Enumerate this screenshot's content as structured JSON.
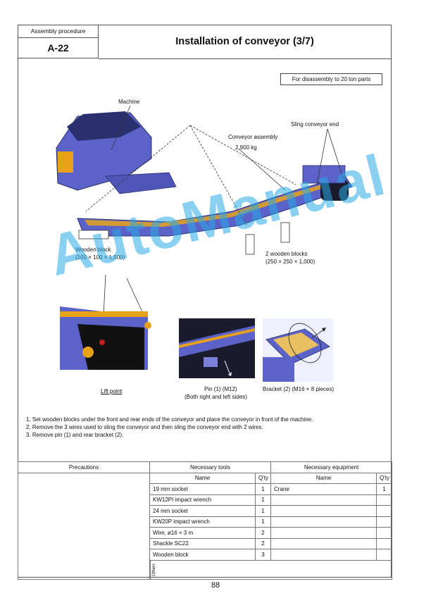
{
  "header": {
    "procedure_label": "Assembly procedure",
    "procedure_number": "A-22",
    "title": "Installation of conveyor (3/7)"
  },
  "note_box": "For disassembly to 20 ton parts",
  "main_figure": {
    "labels": {
      "machine": "Machine",
      "sling_end": "Sling conveyor end",
      "conveyor_assembly": "Conveyor assembly",
      "weight": "2,900 kg",
      "wooden_block": "Wooden block",
      "wooden_block_size": "(100 × 100 × 1,500)",
      "two_blocks": "2 wooden blocks",
      "two_blocks_size": "(250 × 250 × 1,000)"
    }
  },
  "detail_figures": {
    "lift_point": "Lift point",
    "pin_label": "Pin (1) (M12)",
    "pin_sub": "(Both right and left sides)",
    "bracket_label": "Bracket (2) (M16 × 8 pieces)"
  },
  "steps": [
    "1.  Set wooden blocks under the front and rear ends of the conveyor and place the conveyor in front of the machine.",
    "2.  Remove the 3 wires used to sling the conveyor and then sling the conveyor end with 2 wires.",
    "3.  Remove pin (1) and rear bracket (2)."
  ],
  "table": {
    "precautions_header": "Precautions",
    "tools_header": "Necessary tools",
    "equipment_header": "Necessary equipment",
    "name_col": "Name",
    "qty_col": "Q'ty",
    "tools": [
      {
        "name": "19 mm socket",
        "qty": "1"
      },
      {
        "name": "KW12PI impact wrench",
        "qty": "1"
      },
      {
        "name": "24 mm socket",
        "qty": "1"
      },
      {
        "name": "KW20P impact wrench",
        "qty": "1"
      },
      {
        "name": "Wire, ø16 × 3 m",
        "qty": "2"
      },
      {
        "name": "Shackle SC22",
        "qty": "2"
      },
      {
        "name": "Wooden block",
        "qty": "3"
      }
    ],
    "equipment": [
      {
        "name": "Crane",
        "qty": "1"
      }
    ],
    "others_label": "Others"
  },
  "page_number": "88",
  "watermark": "AutoManual",
  "colors": {
    "machine_blue": "#5b63c8",
    "machine_dark": "#2a2f6e",
    "accent_orange": "#e8a21a",
    "watermark": "#28aae6"
  }
}
